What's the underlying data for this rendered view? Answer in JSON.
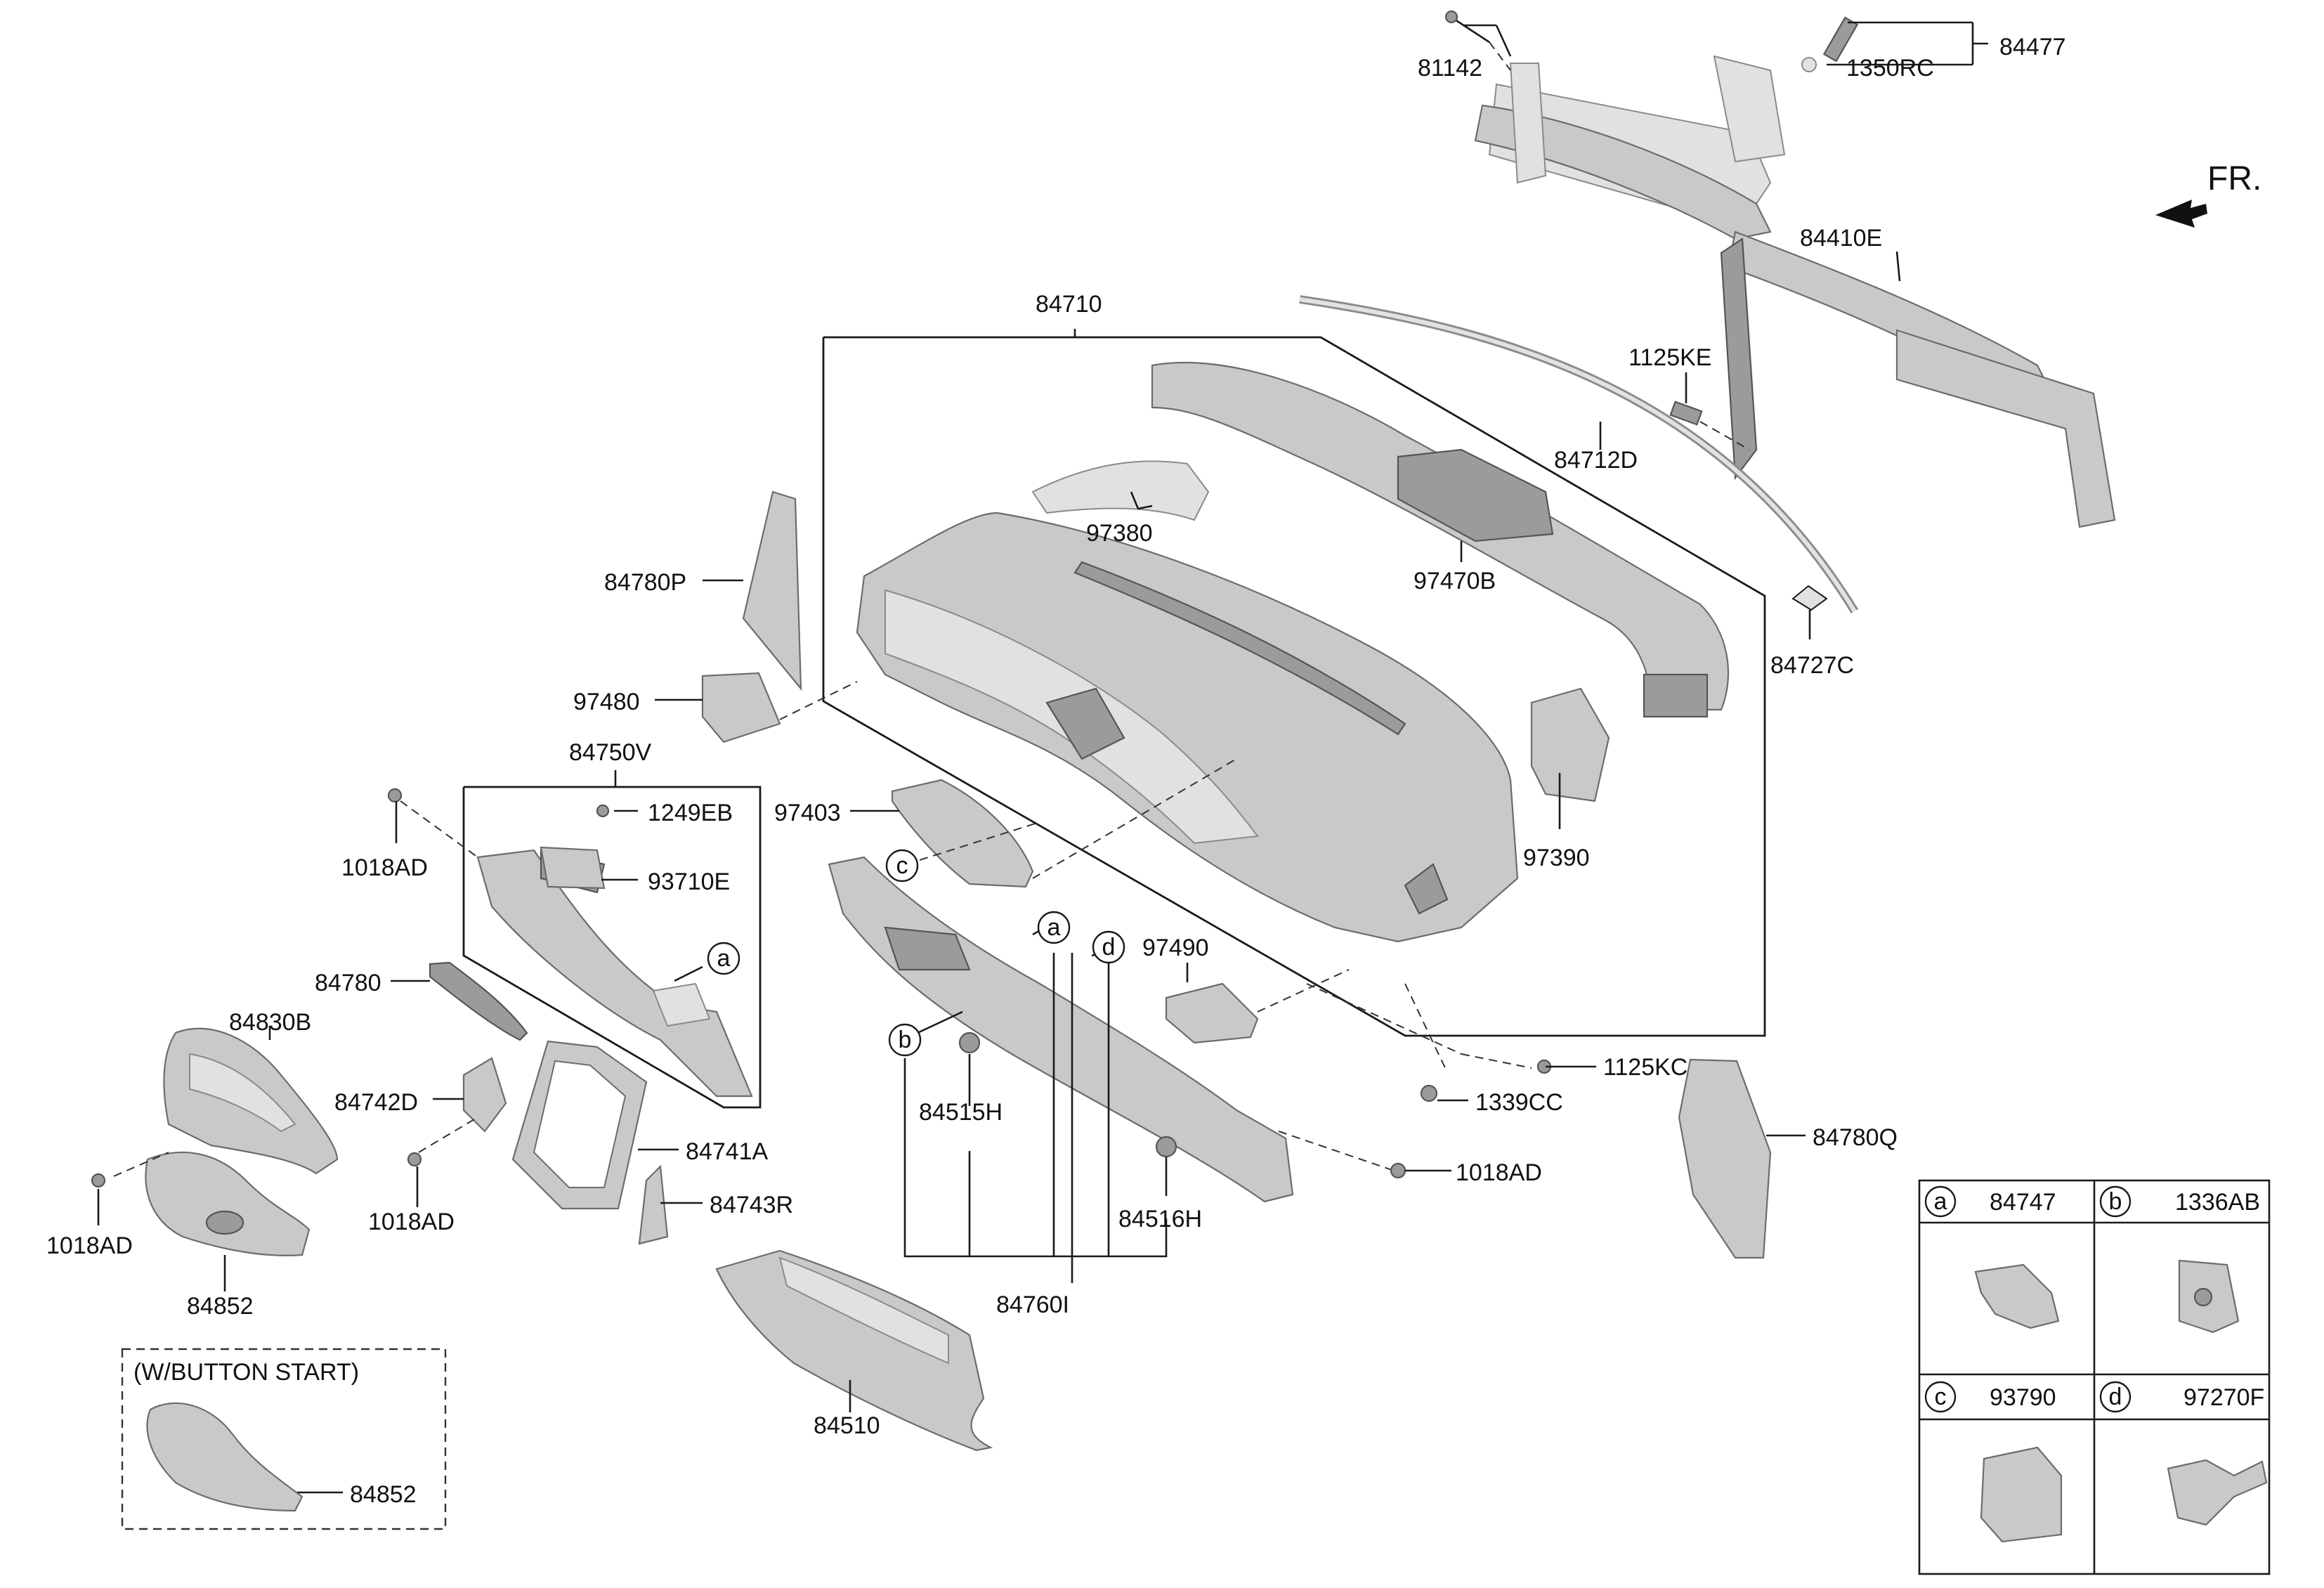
{
  "direction_marker": "FR.",
  "callouts": {
    "p81142": "81142",
    "p1350rc": "1350RC",
    "p84477": "84477",
    "p84410e": "84410E",
    "p84710": "84710",
    "p1125ke": "1125KE",
    "p84712d": "84712D",
    "p97380": "97380",
    "p84780p": "84780P",
    "p97470b": "97470B",
    "p84727c": "84727C",
    "p97480": "97480",
    "p84750v": "84750V",
    "p1249eb": "1249EB",
    "p97403": "97403",
    "p1018ad_a": "1018AD",
    "p93710e": "93710E",
    "p97390": "97390",
    "p97490": "97490",
    "p84780": "84780",
    "p84830b": "84830B",
    "p1125kc": "1125KC",
    "p84742d": "84742D",
    "p84515h": "84515H",
    "p1339cc": "1339CC",
    "p84741a": "84741A",
    "p84780q": "84780Q",
    "p1018ad_b": "1018AD",
    "p1018ad_c": "1018AD",
    "p1018ad_d": "1018AD",
    "p84743r": "84743R",
    "p84516h": "84516H",
    "p84852": "84852",
    "p84760i": "84760I",
    "p84510": "84510",
    "p84852_btn": "84852"
  },
  "markers": {
    "a": "a",
    "b": "b",
    "c": "c",
    "d": "d"
  },
  "button_start_box": {
    "title": "(W/BUTTON START)"
  },
  "legend": [
    {
      "letter": "a",
      "part": "84747"
    },
    {
      "letter": "b",
      "part": "1336AB"
    },
    {
      "letter": "c",
      "part": "93790"
    },
    {
      "letter": "d",
      "part": "97270F"
    }
  ]
}
